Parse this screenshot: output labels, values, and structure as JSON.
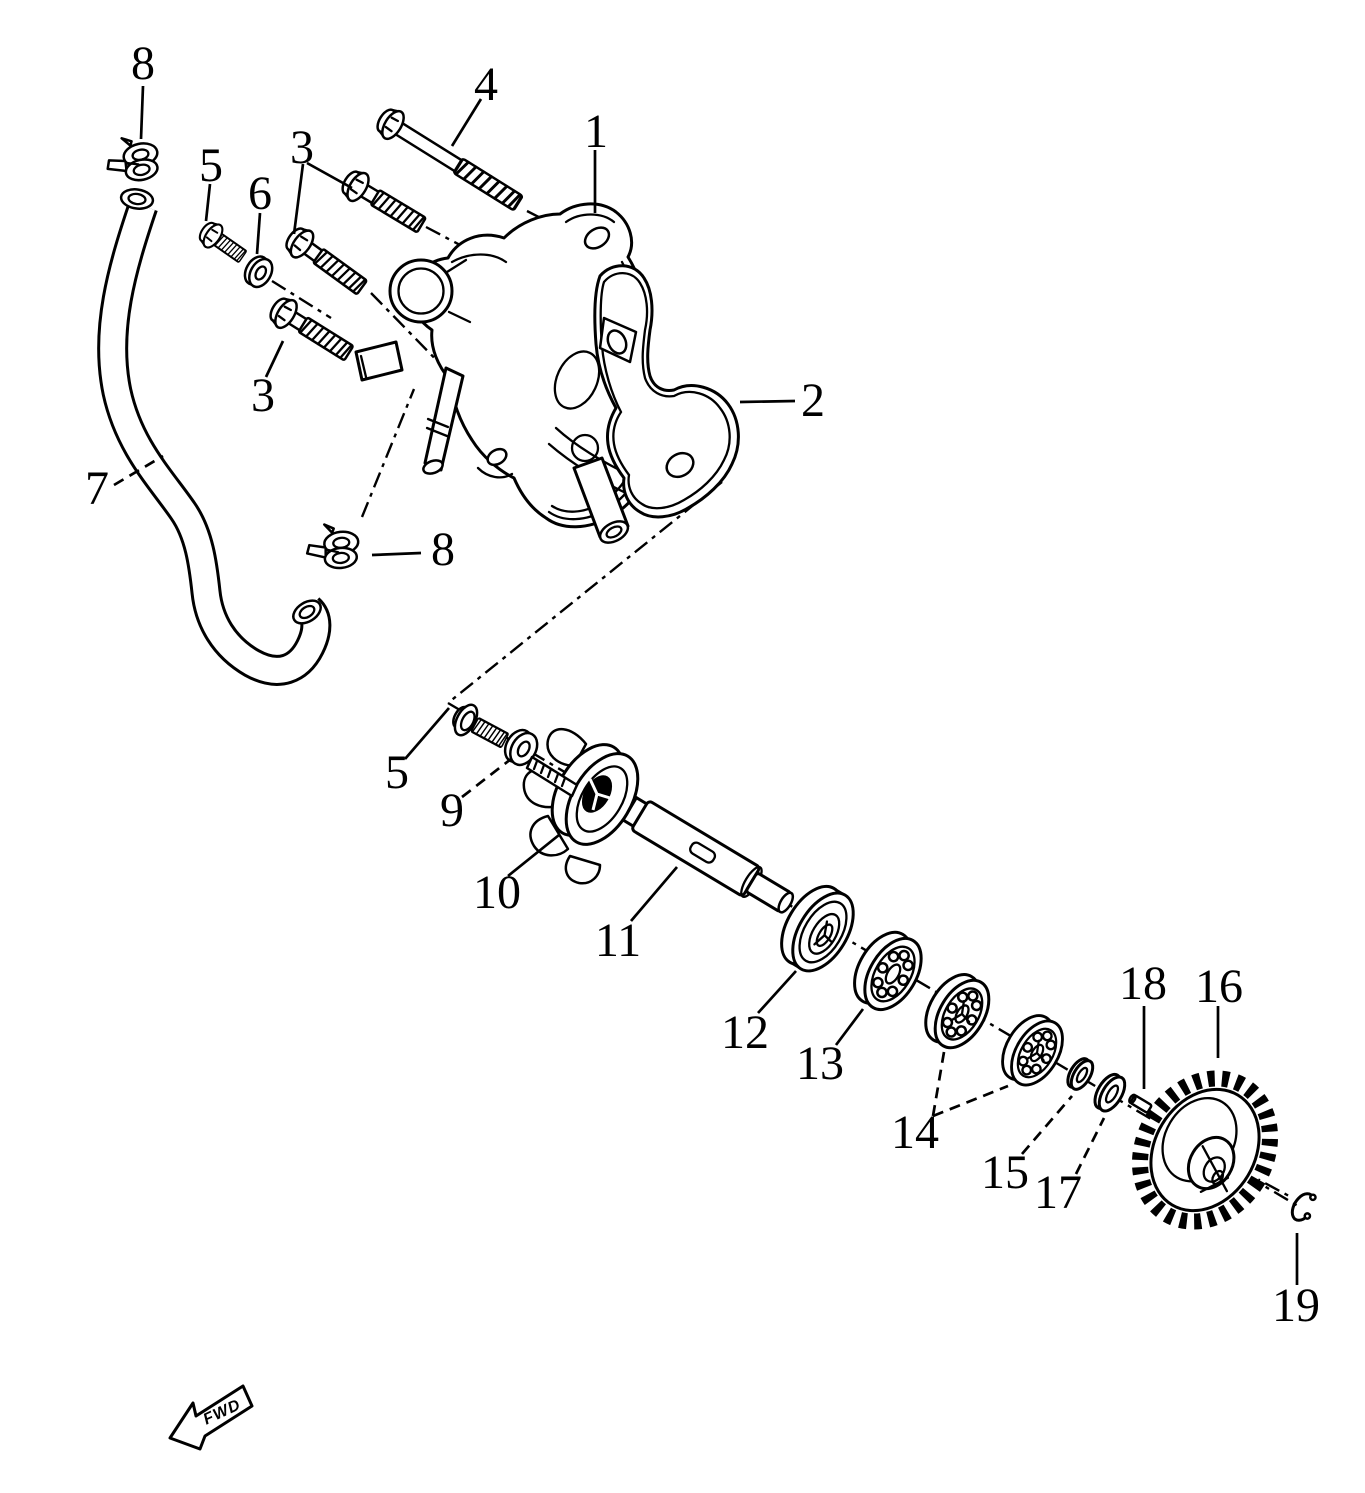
{
  "diagram": {
    "type": "exploded-parts-diagram",
    "subject": "Water pump assembly",
    "background_color": "#ffffff",
    "line_color": "#000000",
    "direction_arrow": {
      "label": "FWD"
    },
    "callouts": [
      {
        "label": "8",
        "part": "hose-clamp-upper"
      },
      {
        "label": "4",
        "part": "bolt-long"
      },
      {
        "label": "1",
        "part": "pump-housing"
      },
      {
        "label": "3",
        "part": "flange-bolts-upper-pair"
      },
      {
        "label": "5",
        "part": "bolt-short-upper"
      },
      {
        "label": "6",
        "part": "washer-upper"
      },
      {
        "label": "3",
        "part": "flange-bolt-lower"
      },
      {
        "label": "2",
        "part": "cover-gasket"
      },
      {
        "label": "7",
        "part": "hose"
      },
      {
        "label": "8",
        "part": "hose-clamp-lower"
      },
      {
        "label": "5",
        "part": "impeller-bolt"
      },
      {
        "label": "9",
        "part": "impeller-washer"
      },
      {
        "label": "10",
        "part": "impeller"
      },
      {
        "label": "11",
        "part": "pump-shaft"
      },
      {
        "label": "12",
        "part": "oil-seal"
      },
      {
        "label": "13",
        "part": "bearing-inner"
      },
      {
        "label": "14",
        "part": "bearing-pair"
      },
      {
        "label": "15",
        "part": "washer-small"
      },
      {
        "label": "16",
        "part": "pump-drive-gear"
      },
      {
        "label": "17",
        "part": "washer-flat"
      },
      {
        "label": "18",
        "part": "dowel-pin"
      },
      {
        "label": "19",
        "part": "circlip"
      }
    ]
  }
}
